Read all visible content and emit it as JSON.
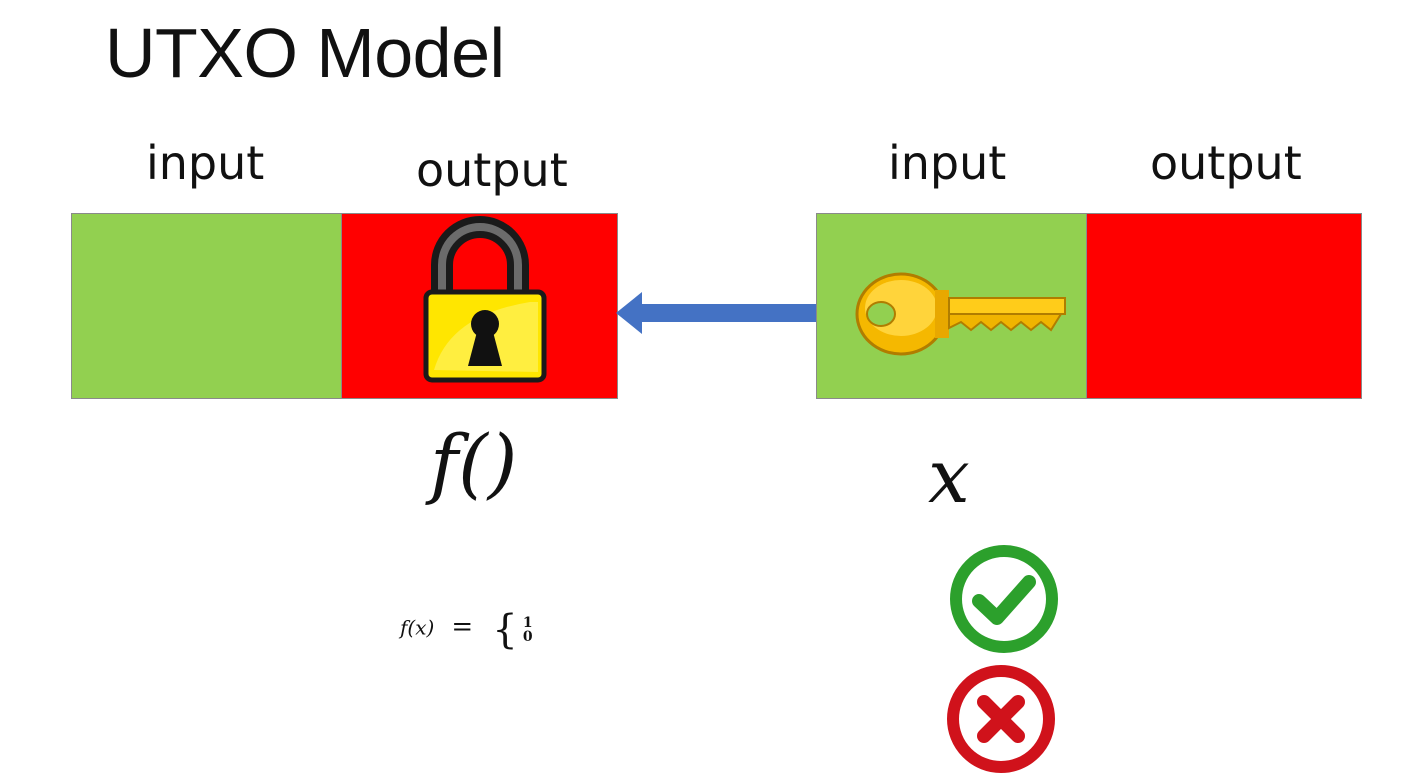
{
  "title": "UTXO Model",
  "left_tx": {
    "input_label": "input",
    "output_label": "output",
    "output_icon": "padlock-icon"
  },
  "right_tx": {
    "input_label": "input",
    "output_label": "output",
    "input_icon": "key-icon"
  },
  "function_label": "f()",
  "variable_label": "x",
  "formula": {
    "lhs": "f(x)",
    "equals": "=",
    "case_true": "1",
    "case_false": "0"
  },
  "result_icons": [
    "check-icon",
    "cross-icon"
  ],
  "colors": {
    "input": "#92d050",
    "output": "#ff0000",
    "arrow": "#4472c4",
    "check": "#2ca02c",
    "cross": "#d0121b"
  }
}
